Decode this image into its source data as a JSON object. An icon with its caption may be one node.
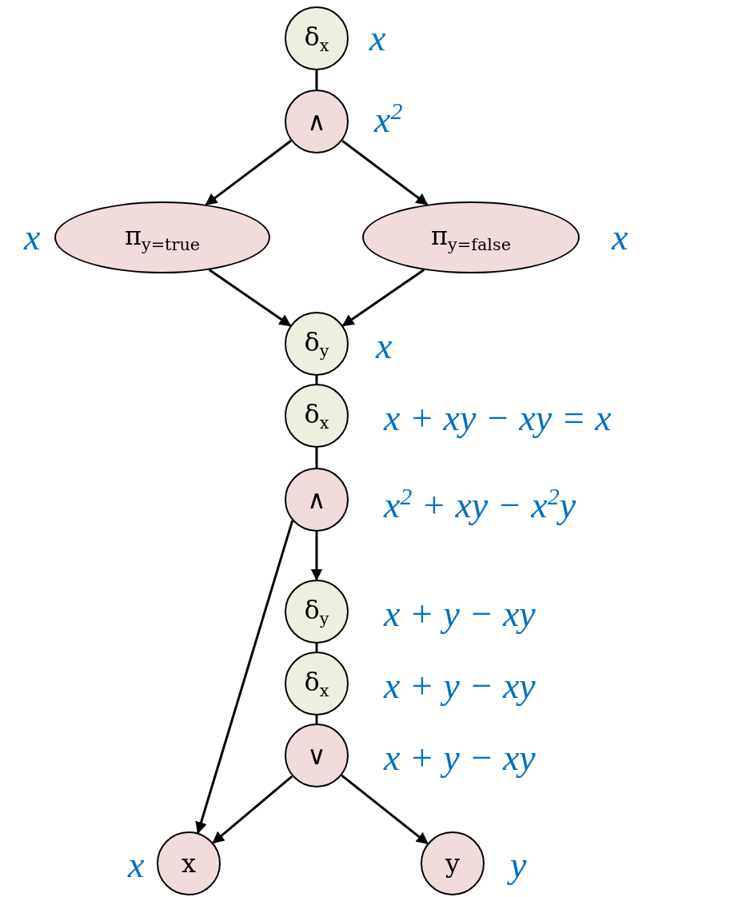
{
  "diagram": {
    "nodes": [
      {
        "text": [
          "δ$_{x}$"
        ],
        "beside": [
          "x"
        ]
      },
      {
        "text": [
          "∧"
        ],
        "beside": [
          "x$^{2}$"
        ]
      },
      {
        "text": [
          "π$_{y=true}$"
        ],
        "beside": [
          "x"
        ]
      },
      {
        "text": [
          "π$_{y=false}$"
        ],
        "beside": [
          "x"
        ]
      },
      {
        "text": [
          "δ$_{y}$"
        ],
        "beside": [
          "x"
        ]
      },
      {
        "text": [
          "δ$_{x}$"
        ],
        "beside": [
          "x + xy − xy = x"
        ]
      },
      {
        "text": [
          "∧"
        ],
        "beside": [
          "x$^{2}$ + xy − x$^{2}$y"
        ]
      },
      {
        "text": [
          "δ$_{y}$"
        ],
        "beside": [
          "x + y − xy"
        ]
      },
      {
        "text": [
          "δ$_{x}$"
        ],
        "beside": [
          "x + y − xy"
        ]
      },
      {
        "text": [
          "∨"
        ],
        "beside": [
          "x + y − xy"
        ]
      },
      {
        "text": [
          "x"
        ],
        "beside": [
          "x"
        ]
      },
      {
        "text": [
          "y"
        ],
        "beside": [
          "y"
        ]
      }
    ],
    "edges": [
      {
        "from": 0,
        "to": 1,
        "arrow": "none"
      },
      {
        "from": 1,
        "to": 2,
        "arrow": "to"
      },
      {
        "from": 1,
        "to": 3,
        "arrow": "to"
      },
      {
        "from": 2,
        "to": 4,
        "arrow": "to"
      },
      {
        "from": 3,
        "to": 4,
        "arrow": "to"
      },
      {
        "from": 4,
        "to": 5,
        "arrow": "none"
      },
      {
        "from": 5,
        "to": 6,
        "arrow": "none"
      },
      {
        "from": 6,
        "to": 7,
        "arrow": "to"
      },
      {
        "from": 6,
        "to": 10,
        "arrow": "to"
      },
      {
        "from": 7,
        "to": 8,
        "arrow": "none"
      },
      {
        "from": 8,
        "to": 9,
        "arrow": "none"
      },
      {
        "from": 9,
        "to": 10,
        "arrow": "to"
      },
      {
        "from": 9,
        "to": 11,
        "arrow": "to"
      }
    ]
  }
}
